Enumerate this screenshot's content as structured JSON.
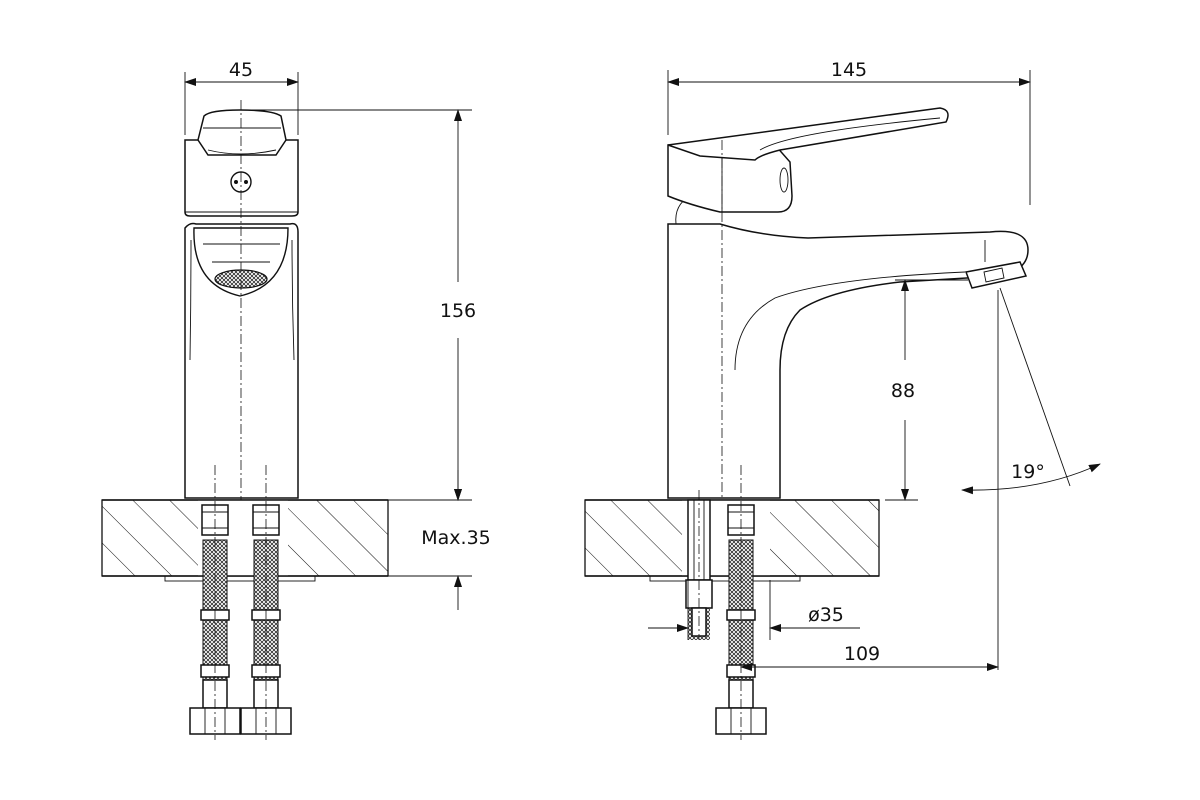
{
  "drawing": {
    "colors": {
      "line": "#111111",
      "background": "#ffffff"
    },
    "dimensions": {
      "front_width": "45",
      "total_height": "156",
      "max_thickness": "Max.35",
      "side_width": "145",
      "spout_height": "88",
      "spout_angle": "19°",
      "hole_diameter": "ø35",
      "spout_reach": "109"
    }
  }
}
